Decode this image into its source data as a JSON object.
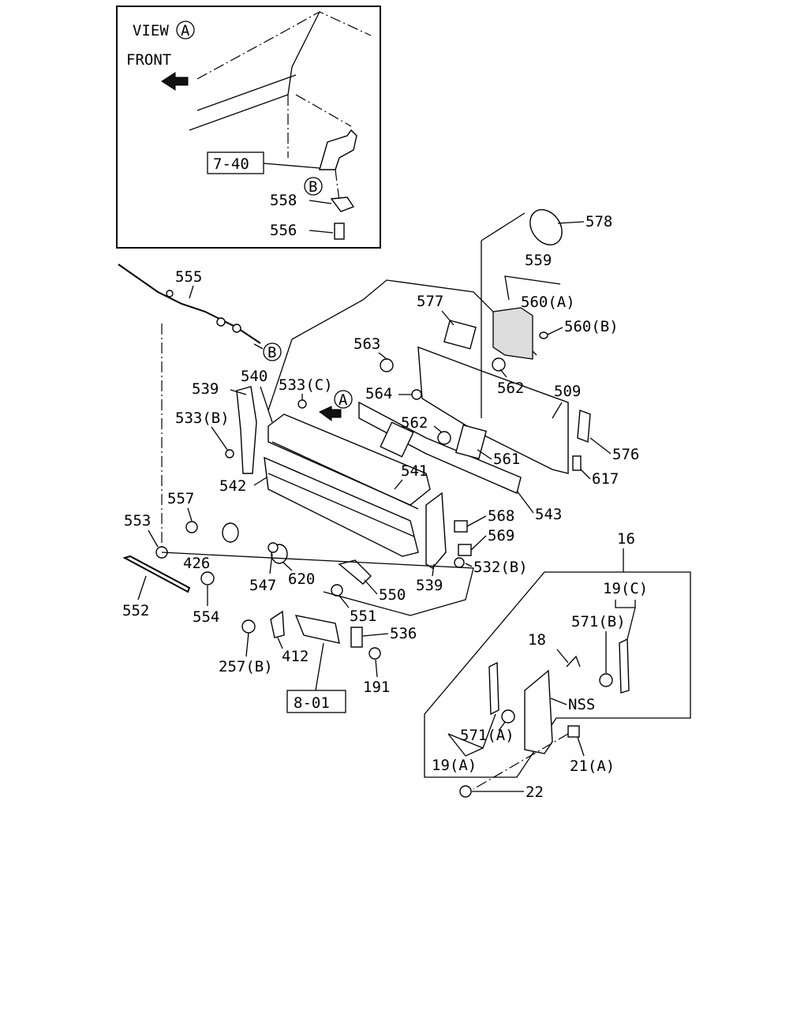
{
  "inset": {
    "view_label": "VIEW",
    "view_circle": "A",
    "front_label": "FRONT",
    "ref_7_40": "7-40",
    "circle_b": "B",
    "label_558": "558",
    "label_556": "556"
  },
  "callouts": {
    "c578": "578",
    "c559": "559",
    "c560a": "560(A)",
    "c560b": "560(B)",
    "c577": "577",
    "c563": "563",
    "c555": "555",
    "circle_b_main": "B",
    "c562_top": "562",
    "c509": "509",
    "c540": "540",
    "c539_top": "539",
    "c533c": "533(C)",
    "circle_a_main": "A",
    "c564": "564",
    "c533b": "533(B)",
    "c562_mid": "562",
    "c561": "561",
    "c576": "576",
    "c617": "617",
    "c542": "542",
    "c541": "541",
    "c543": "543",
    "c557": "557",
    "c553": "553",
    "c568": "568",
    "c569": "569",
    "c426": "426",
    "c532b": "532(B)",
    "c16": "16",
    "c547": "547",
    "c620": "620",
    "c539_bot": "539",
    "c19c": "19(C)",
    "c550": "550",
    "c552": "552",
    "c554": "554",
    "c551": "551",
    "c571b": "571(B)",
    "c536": "536",
    "c18": "18",
    "c257b": "257(B)",
    "c412": "412",
    "c191": "191",
    "cNSS": "NSS",
    "ref_8_01": "8-01",
    "c571a": "571(A)",
    "c19a": "19(A)",
    "c21a": "21(A)",
    "c22": "22"
  }
}
